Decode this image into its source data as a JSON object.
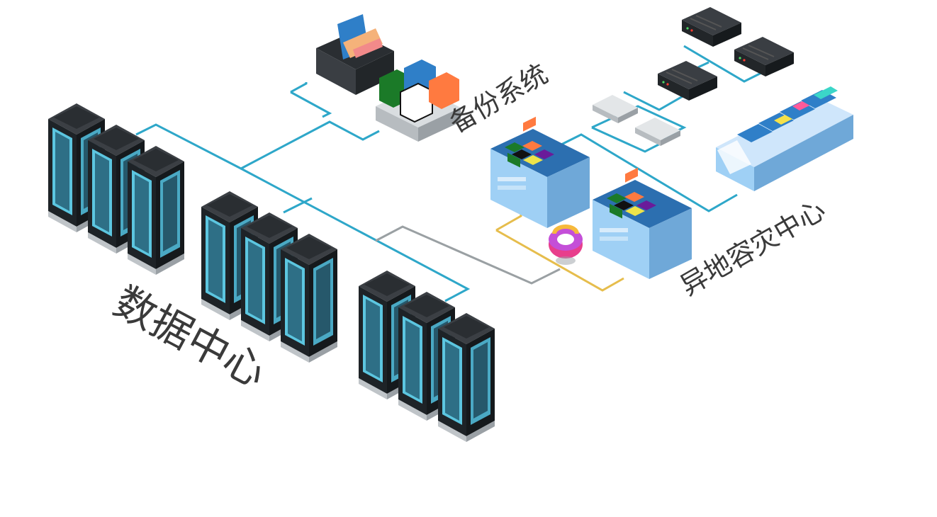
{
  "labels": {
    "data_center": "数据中心",
    "backup_system": "备份系统",
    "dr_center": "异地容灾中心"
  },
  "colors": {
    "link_primary": "#2ea7c9",
    "link_grey": "#9aa0a3",
    "link_yellow": "#e6bd4c",
    "rack_dark": "#1e2327",
    "rack_screen": "#5cc6e0",
    "dr_blue": "#8fc7f2",
    "text": "#3a3a3a"
  },
  "icons": [
    "server-rack-icon",
    "backup-box-icon",
    "backup-appliance-icon",
    "storage-array-icon",
    "network-switch-icon",
    "rack-server-icon",
    "tape-library-icon",
    "replication-ring-icon"
  ]
}
